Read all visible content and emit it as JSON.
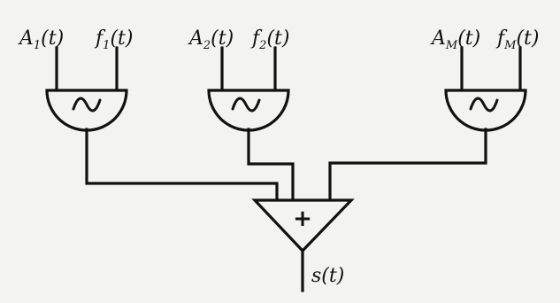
{
  "oscillators": [
    {
      "amp": {
        "base": "A",
        "sub": "1",
        "arg": "(t)"
      },
      "freq": {
        "base": "f",
        "sub": "1",
        "arg": "(t)"
      }
    },
    {
      "amp": {
        "base": "A",
        "sub": "2",
        "arg": "(t)"
      },
      "freq": {
        "base": "f",
        "sub": "2",
        "arg": "(t)"
      }
    },
    {
      "amp": {
        "base": "A",
        "sub": "M",
        "arg": "(t)"
      },
      "freq": {
        "base": "f",
        "sub": "M",
        "arg": "(t)"
      }
    }
  ],
  "adder": {
    "symbol": "+"
  },
  "output": {
    "label": "s(t)"
  }
}
